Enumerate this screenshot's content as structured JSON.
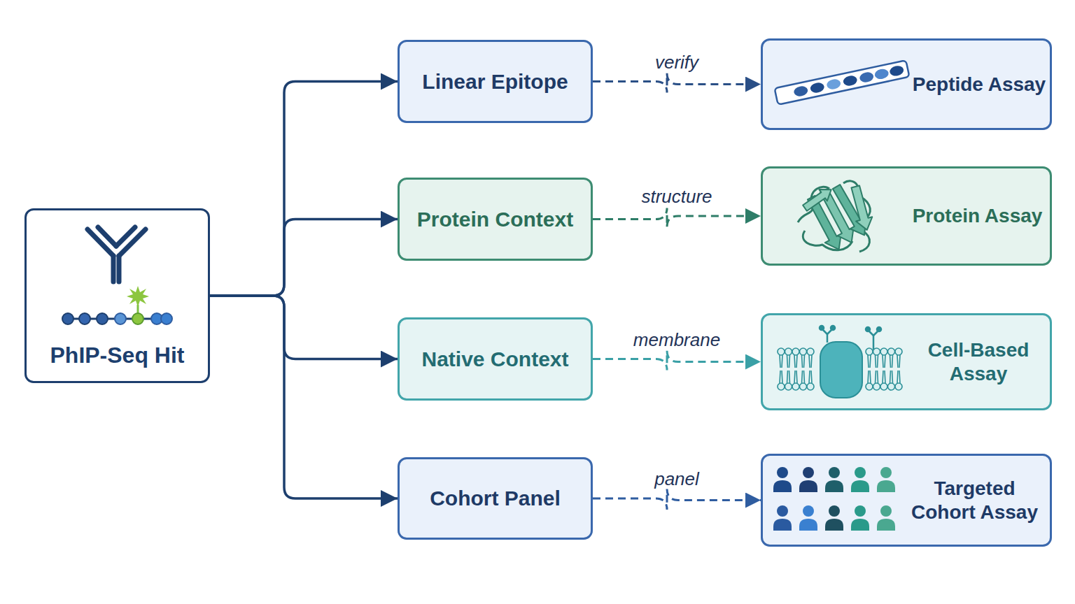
{
  "diagram": {
    "nodes": [
      {
        "text": [
          "PhIP-Seq Hit"
        ]
      },
      {
        "text": [
          "Linear Epitope"
        ]
      },
      {
        "text": [
          "Protein Context"
        ]
      },
      {
        "text": [
          "Native Context"
        ]
      },
      {
        "text": [
          "Cohort Panel"
        ]
      },
      {
        "text": [
          "Peptide Assay"
        ]
      },
      {
        "text": [
          "Protein Assay"
        ]
      },
      {
        "text": [
          "Cell-Based Assay"
        ]
      },
      {
        "text": [
          "Targeted Cohort Assay"
        ]
      }
    ],
    "edges": [
      {
        "from": 0,
        "to": 1,
        "arrow": "to"
      },
      {
        "from": 0,
        "to": 2,
        "arrow": "to"
      },
      {
        "from": 0,
        "to": 3,
        "arrow": "to"
      },
      {
        "from": 0,
        "to": 4,
        "arrow": "to"
      },
      {
        "from": 1,
        "to": 5,
        "label": "verify",
        "arrow": "to"
      },
      {
        "from": 2,
        "to": 6,
        "label": "structure",
        "arrow": "to"
      },
      {
        "from": 3,
        "to": 7,
        "label": "membrane",
        "arrow": "to"
      },
      {
        "from": 4,
        "to": 8,
        "label": "panel",
        "arrow": "to"
      }
    ]
  }
}
